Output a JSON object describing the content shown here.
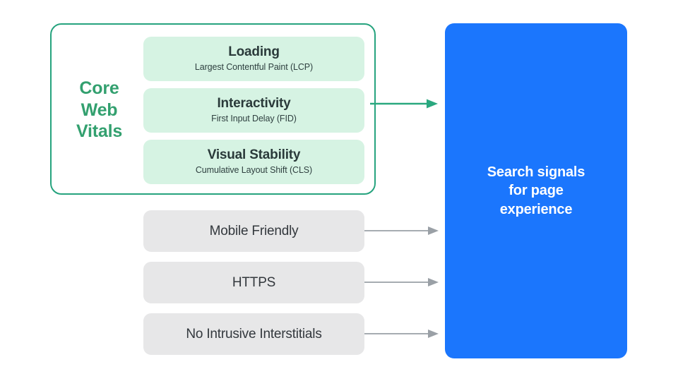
{
  "diagram": {
    "title": "Search signals for page experience",
    "colors": {
      "accent_green": "#26a37e",
      "label_green": "#33a06f",
      "metric_card_bg": "#d6f3e3",
      "signal_card_bg": "#e7e7e8",
      "destination_blue": "#1b76fd",
      "text_dark": "#2a3a3a",
      "arrow_gray": "#9aa0a6",
      "arrow_green": "#2aa87f",
      "page_background": "#ffffff"
    }
  },
  "core_web_vitals": {
    "group_label": "Core\nWeb\nVitals",
    "group_label_lines": [
      "Core",
      "Web",
      "Vitals"
    ],
    "metrics": [
      {
        "title": "Loading",
        "subtitle": "Largest Contentful Paint (LCP)"
      },
      {
        "title": "Interactivity",
        "subtitle": "First Input Delay (FID)"
      },
      {
        "title": "Visual Stability",
        "subtitle": "Cumulative Layout Shift (CLS)"
      }
    ]
  },
  "other_signals": [
    {
      "label": "Mobile Friendly"
    },
    {
      "label": "HTTPS"
    },
    {
      "label": "No Intrusive Interstitials"
    }
  ],
  "destination": {
    "text": "Search signals\nfor page\nexperience",
    "lines": [
      "Search signals",
      "for page",
      "experience"
    ]
  },
  "connectors": [
    {
      "name": "core-web-vitals-to-destination",
      "style": "green"
    },
    {
      "name": "mobile-friendly-to-destination",
      "style": "gray"
    },
    {
      "name": "https-to-destination",
      "style": "gray"
    },
    {
      "name": "no-intrusive-interstitials-to-destination",
      "style": "gray"
    }
  ]
}
